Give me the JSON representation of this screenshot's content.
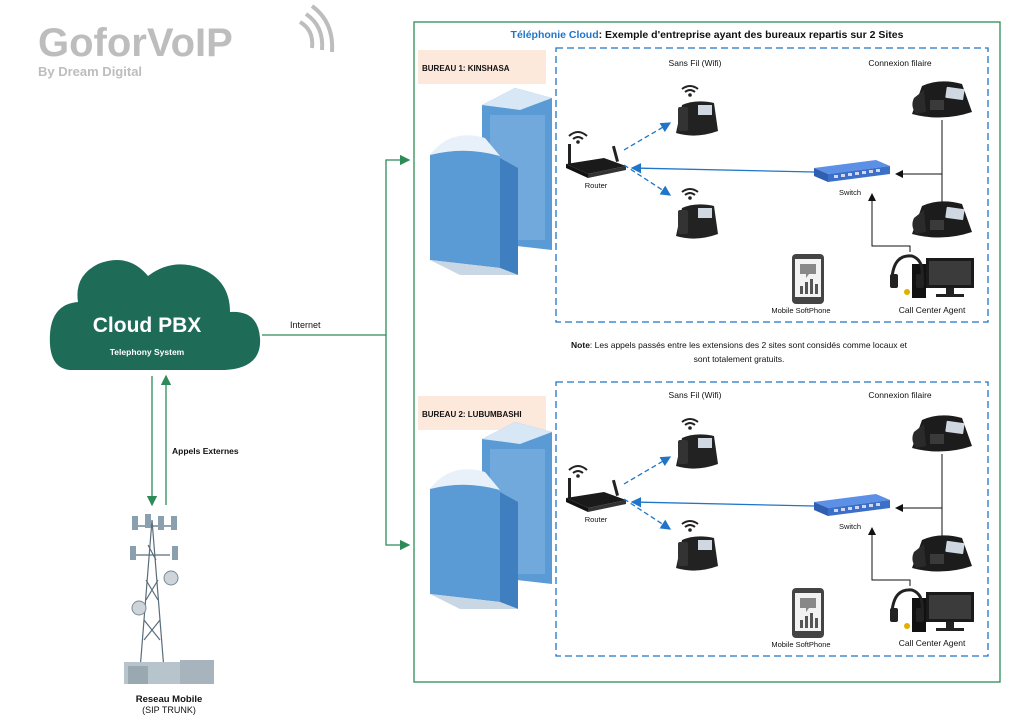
{
  "logo": {
    "name": "GoforVoIP",
    "tagline": "By Dream Digital"
  },
  "header": {
    "prefix": "Téléphonie Cloud",
    "title": ": Exemple d'entreprise ayant des bureaux repartis sur 2 Sites"
  },
  "cloud": {
    "title": "Cloud PBX",
    "subtitle": "Telephony System"
  },
  "links": {
    "internet": "Internet",
    "external_calls": "Appels Externes"
  },
  "mobile_network": {
    "title": "Reseau Mobile",
    "subtitle": "(SIP TRUNK)"
  },
  "note": {
    "label": "Note",
    "line1": ": Les appels passés entre les extensions des 2 sites sont considés comme locaux et",
    "line2": "sont totalement gratuits."
  },
  "sites": [
    {
      "name": "BUREAU 1: KINSHASA",
      "wifi_label": "Sans Fil (Wifi)",
      "wired_label": "Connexion filaire",
      "router_label": "Router",
      "switch_label": "Switch",
      "softphone_label": "Mobile SoftPhone",
      "agent_label": "Call Center Agent"
    },
    {
      "name": "BUREAU 2: LUBUMBASHI",
      "wifi_label": "Sans Fil (Wifi)",
      "wired_label": "Connexion filaire",
      "router_label": "Router",
      "switch_label": "Switch",
      "softphone_label": "Mobile SoftPhone",
      "agent_label": "Call Center Agent"
    }
  ],
  "colors": {
    "brand_gray": "#bdbdbd",
    "cloud": "#1e6b57",
    "frame": "#2e8b57",
    "dashed": "#1f75c8",
    "label_bg": "#fde9dc",
    "building": "#5b9bd5"
  }
}
